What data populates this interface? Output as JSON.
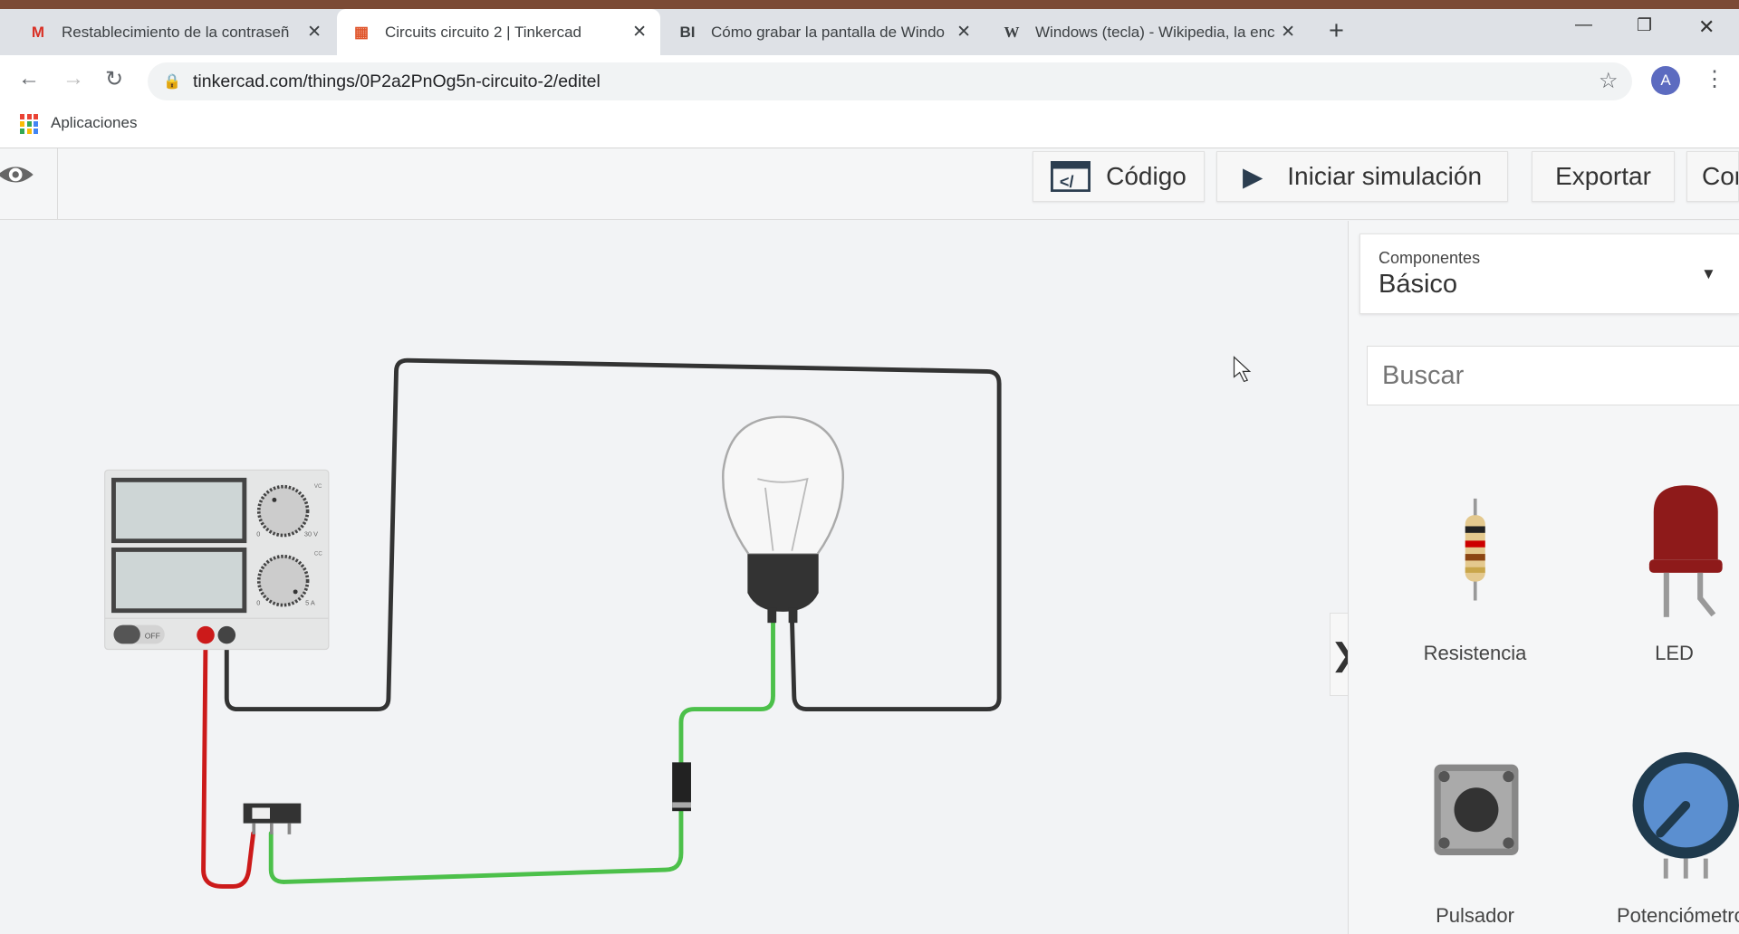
{
  "browser": {
    "tabs": [
      {
        "icon": "gmail-icon",
        "glyph": "M",
        "title": "Restablecimiento de la contraseñ",
        "active": false
      },
      {
        "icon": "tinkercad-icon",
        "glyph": "▦",
        "title": "Circuits circuito 2 | Tinkercad",
        "active": true
      },
      {
        "icon": "bi-icon",
        "glyph": "BI",
        "title": "Cómo grabar la pantalla de Windo",
        "active": false
      },
      {
        "icon": "wikipedia-icon",
        "glyph": "W",
        "title": "Windows (tecla) - Wikipedia, la enc",
        "active": false
      }
    ],
    "url": "tinkercad.com/things/0P2a2PnOg5n-circuito-2/editel",
    "profile_initial": "A",
    "bookmarks": {
      "apps_label": "Aplicaciones"
    }
  },
  "toolbar": {
    "code": "Código",
    "simulate": "Iniciar simulación",
    "export": "Exportar",
    "share": "Compartir"
  },
  "panel": {
    "dropdown_label": "Componentes",
    "dropdown_value": "Básico",
    "search_placeholder": "Buscar",
    "components": [
      "Resistencia",
      "LED",
      "Pulsador",
      "Potenciómetro"
    ]
  },
  "power_supply": {
    "off_label": "OFF",
    "v_max": "30 V",
    "a_max": "5 A",
    "v_min": "0",
    "a_min": "0",
    "vc": "VC",
    "cc": "CC"
  },
  "colors": {
    "wire_dark": "#333333",
    "wire_red": "#cc1a1a",
    "wire_green": "#4cc04a",
    "accent": "#2c3e50"
  }
}
